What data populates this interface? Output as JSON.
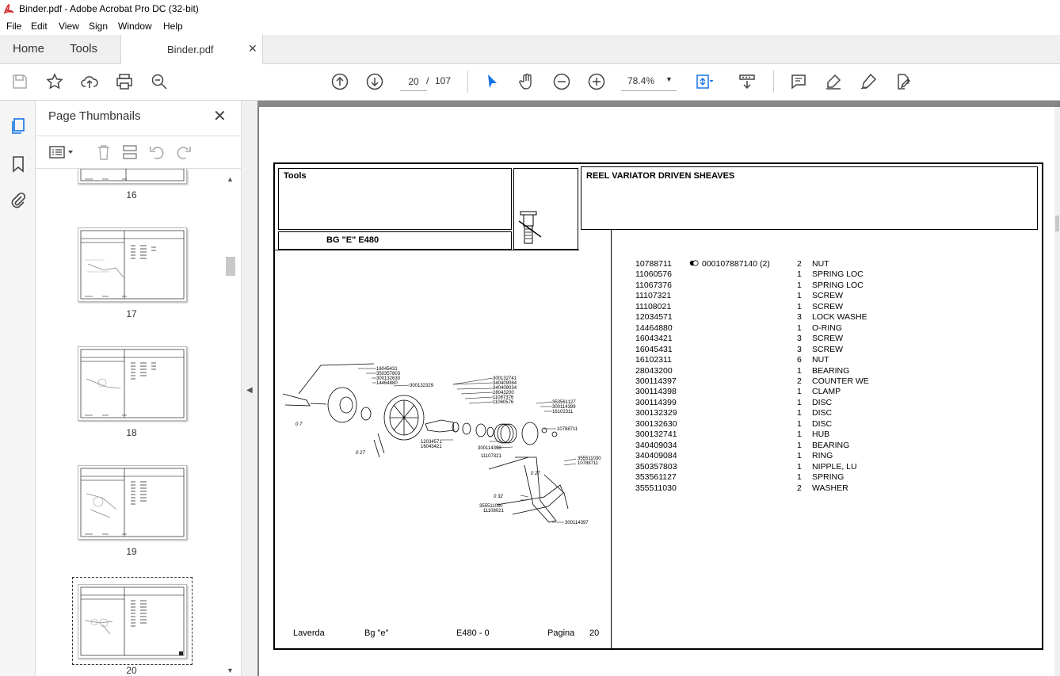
{
  "window": {
    "title": "Binder.pdf - Adobe Acrobat Pro DC (32-bit)"
  },
  "menu": [
    "File",
    "Edit",
    "View",
    "Sign",
    "Window",
    "Help"
  ],
  "tabs": {
    "home": "Home",
    "tools": "Tools",
    "document": "Binder.pdf"
  },
  "toolbar": {
    "current_page": "20",
    "page_sep": "/",
    "total_pages": "107",
    "zoom": "78.4%"
  },
  "panel": {
    "title": "Page Thumbnails",
    "thumbnails": [
      {
        "label": "16"
      },
      {
        "label": "17"
      },
      {
        "label": "18"
      },
      {
        "label": "19"
      },
      {
        "label": "20"
      }
    ]
  },
  "page": {
    "tools_label": "Tools",
    "heading": "REEL VARIATOR DRIVEN SHEAVES",
    "model": "BG \"E\"  E480",
    "footer": {
      "brand": "Laverda",
      "model": "Bg \"e\"",
      "code": "E480 - 0",
      "page_word": "Pagina",
      "page_no": "20"
    },
    "diagram_labels": [
      "16045431",
      "350357803",
      "300132630",
      "14464880",
      "300132329",
      "300132741",
      "340409084",
      "340409034",
      "28043200",
      "11067376",
      "11060576",
      "353561127",
      "300114399",
      "16102311",
      "10788711",
      "12034571",
      "16043421",
      "300114398",
      "11107321",
      "355511030",
      "10788711",
      "355511030",
      "11108021",
      "300114397",
      "0 7",
      "0 27",
      "0 27",
      "0 32"
    ],
    "parts": [
      {
        "code": "10788711",
        "note": "000107887140  (2)",
        "qty": "2",
        "desc": "NUT"
      },
      {
        "code": "11060576",
        "note": "",
        "qty": "1",
        "desc": "SPRING LOC"
      },
      {
        "code": "11067376",
        "note": "",
        "qty": "1",
        "desc": "SPRING LOC"
      },
      {
        "code": "11107321",
        "note": "",
        "qty": "1",
        "desc": "SCREW"
      },
      {
        "code": "11108021",
        "note": "",
        "qty": "1",
        "desc": "SCREW"
      },
      {
        "code": "12034571",
        "note": "",
        "qty": "3",
        "desc": "LOCK WASHE"
      },
      {
        "code": "14464880",
        "note": "",
        "qty": "1",
        "desc": "O-RING"
      },
      {
        "code": "16043421",
        "note": "",
        "qty": "3",
        "desc": "SCREW"
      },
      {
        "code": "16045431",
        "note": "",
        "qty": "3",
        "desc": "SCREW"
      },
      {
        "code": "16102311",
        "note": "",
        "qty": "6",
        "desc": "NUT"
      },
      {
        "code": "28043200",
        "note": "",
        "qty": "1",
        "desc": "BEARING"
      },
      {
        "code": "300114397",
        "note": "",
        "qty": "2",
        "desc": "COUNTER WE"
      },
      {
        "code": "300114398",
        "note": "",
        "qty": "1",
        "desc": "CLAMP"
      },
      {
        "code": "300114399",
        "note": "",
        "qty": "1",
        "desc": "DISC"
      },
      {
        "code": "300132329",
        "note": "",
        "qty": "1",
        "desc": "DISC"
      },
      {
        "code": "300132630",
        "note": "",
        "qty": "1",
        "desc": "DISC"
      },
      {
        "code": "300132741",
        "note": "",
        "qty": "1",
        "desc": "HUB"
      },
      {
        "code": "340409034",
        "note": "",
        "qty": "1",
        "desc": "BEARING"
      },
      {
        "code": "340409084",
        "note": "",
        "qty": "1",
        "desc": "RING"
      },
      {
        "code": "350357803",
        "note": "",
        "qty": "1",
        "desc": "NIPPLE, LU"
      },
      {
        "code": "353561127",
        "note": "",
        "qty": "1",
        "desc": "SPRING"
      },
      {
        "code": "355511030",
        "note": "",
        "qty": "2",
        "desc": "WASHER"
      }
    ]
  }
}
